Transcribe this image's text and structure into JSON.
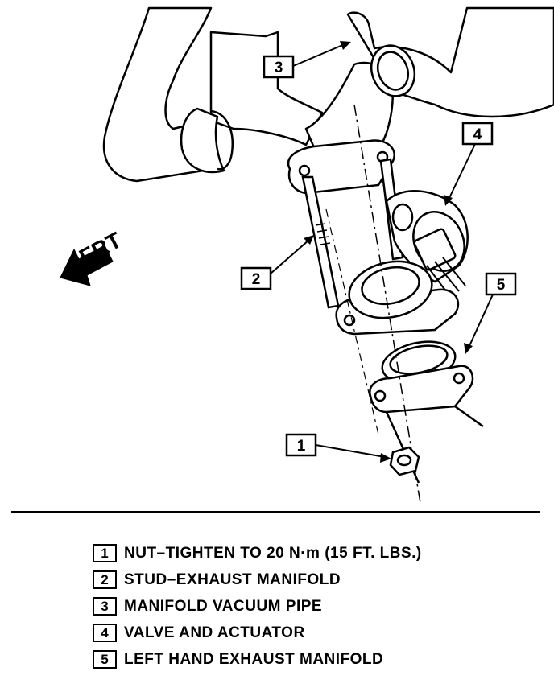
{
  "diagram": {
    "direction_label": "FRT",
    "callouts": [
      {
        "id": "callout-1",
        "label": "1"
      },
      {
        "id": "callout-2",
        "label": "2"
      },
      {
        "id": "callout-3",
        "label": "3"
      },
      {
        "id": "callout-4",
        "label": "4"
      },
      {
        "id": "callout-5",
        "label": "5"
      }
    ]
  },
  "legend": {
    "items": [
      {
        "num": "1",
        "text": "NUT–TIGHTEN TO 20 N·m (15 FT. LBS.)"
      },
      {
        "num": "2",
        "text": "STUD–EXHAUST MANIFOLD"
      },
      {
        "num": "3",
        "text": "MANIFOLD VACUUM PIPE"
      },
      {
        "num": "4",
        "text": "VALVE AND ACTUATOR"
      },
      {
        "num": "5",
        "text": "LEFT HAND EXHAUST MANIFOLD"
      }
    ]
  }
}
